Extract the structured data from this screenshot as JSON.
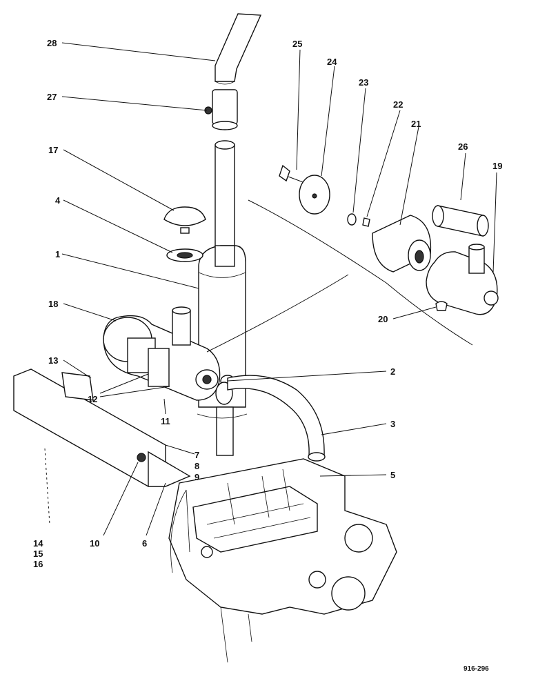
{
  "labels": {
    "l1": "1",
    "l2": "2",
    "l3": "3",
    "l4": "4",
    "l5": "5",
    "l6": "6",
    "l7": "7",
    "l8": "8",
    "l9": "9",
    "l10": "10",
    "l11": "11",
    "l12": "12",
    "l13": "13",
    "l14": "14",
    "l15": "15",
    "l16": "16",
    "l17": "17",
    "l18": "18",
    "l19": "19",
    "l20": "20",
    "l21": "21",
    "l22": "22",
    "l23": "23",
    "l24": "24",
    "l25": "25",
    "l26": "26",
    "l27": "27",
    "l28": "28"
  },
  "drawing_ref": "916-296"
}
